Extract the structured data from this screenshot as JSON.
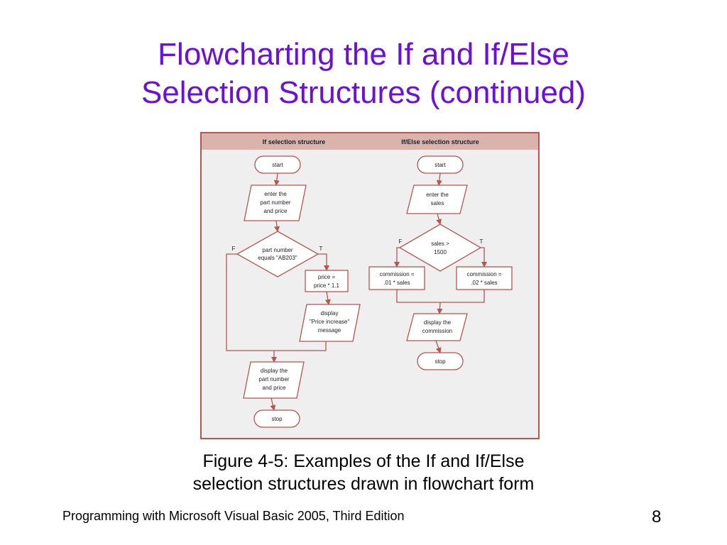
{
  "slide": {
    "title_line1": "Flowcharting the If and If/Else",
    "title_line2": "Selection Structures (continued)",
    "caption_line1": "Figure 4-5: Examples of the If and If/Else",
    "caption_line2": "selection structures drawn in flowchart form",
    "footer": "Programming with Microsoft Visual Basic 2005, Third Edition",
    "page_number": "8"
  },
  "figure": {
    "header_left": "If selection structure",
    "header_right": "If/Else selection structure",
    "colors": {
      "border": "#b8554f",
      "header": "#d9b3ac",
      "background": "#efefef",
      "shape_stroke": "#b8554f"
    },
    "if_chart": {
      "start": "start",
      "input_line1": "enter the",
      "input_line2": "part number",
      "input_line3": "and price",
      "decision_line1": "part number",
      "decision_line2": "equals \"AB203\"",
      "false_label": "F",
      "true_label": "T",
      "process_line1": "price =",
      "process_line2": "price * 1.1",
      "output1_line1": "display",
      "output1_line2": "\"Price increase\"",
      "output1_line3": "message",
      "output2_line1": "display the",
      "output2_line2": "part number",
      "output2_line3": "and price",
      "stop": "stop"
    },
    "ifelse_chart": {
      "start": "start",
      "input_line1": "enter the",
      "input_line2": "sales",
      "decision_line1": "sales >",
      "decision_line2": "1500",
      "false_label": "F",
      "true_label": "T",
      "false_process_line1": "commission =",
      "false_process_line2": ".01 * sales",
      "true_process_line1": "commission =",
      "true_process_line2": ".02 * sales",
      "output_line1": "display the",
      "output_line2": "commission",
      "stop": "stop"
    }
  }
}
